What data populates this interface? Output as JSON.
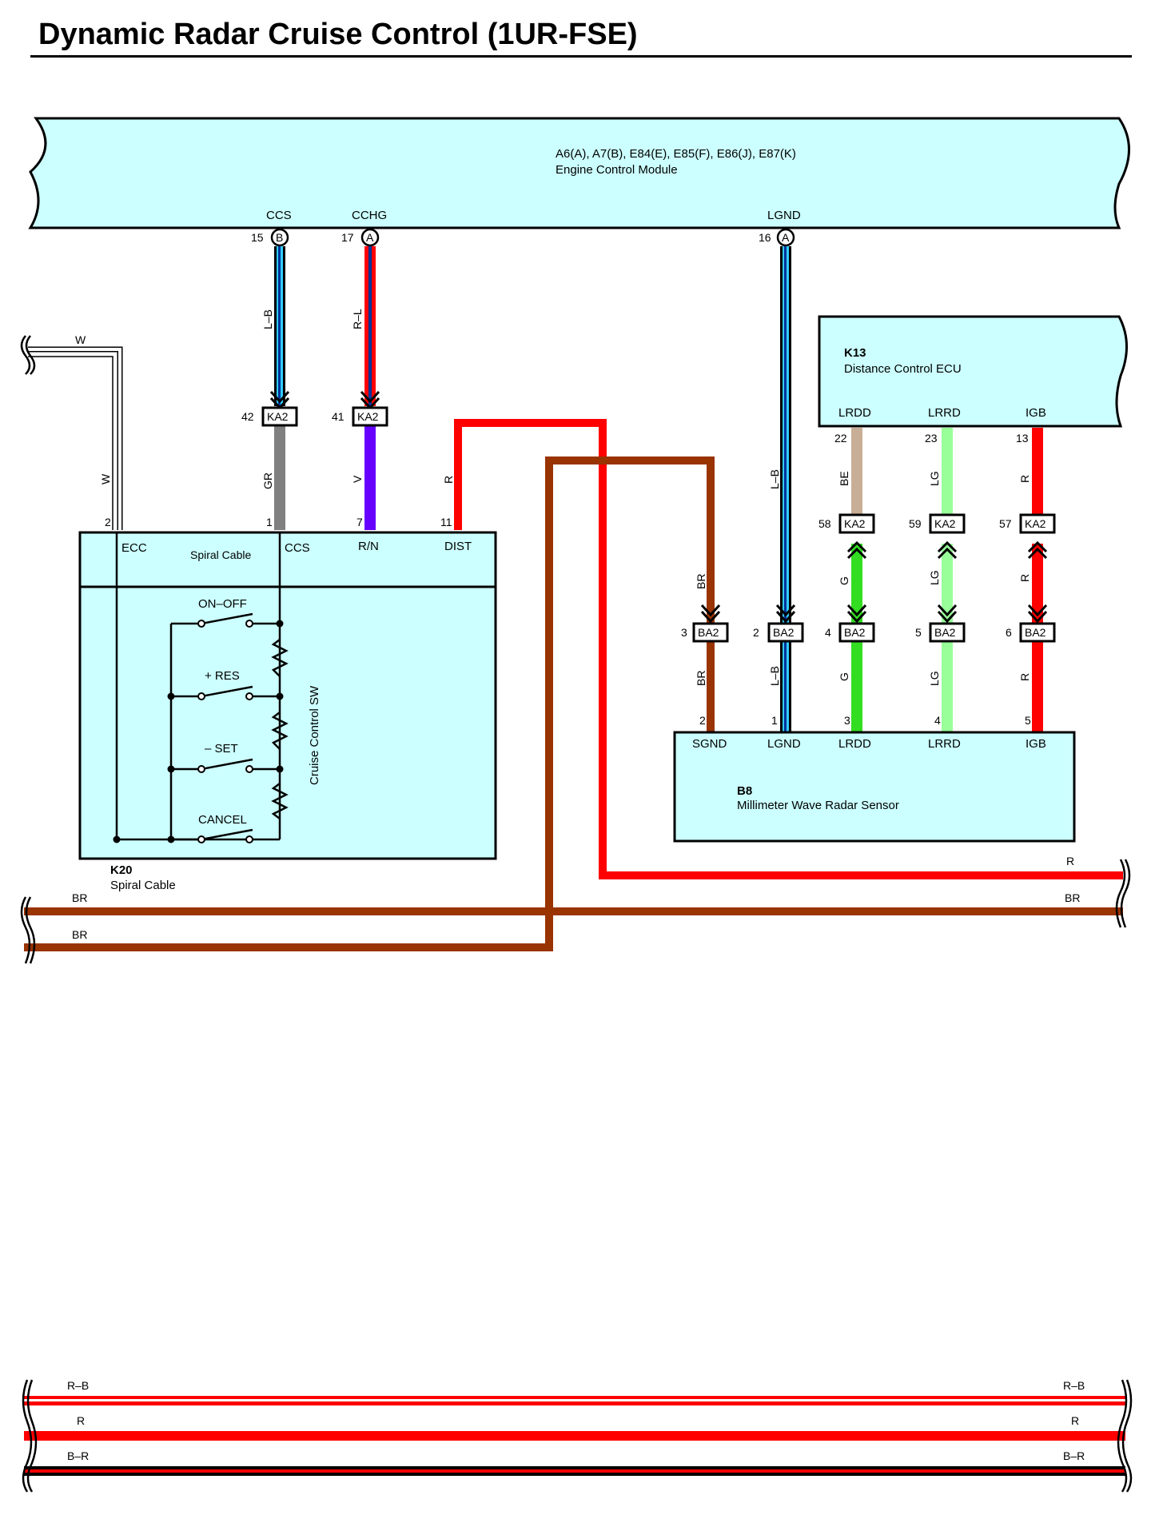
{
  "title": "Dynamic Radar Cruise Control (1UR-FSE)",
  "ecm": {
    "code": "A6(A), A7(B), E84(E), E85(F), E86(J), E87(K)",
    "name": "Engine Control Module",
    "terminals": [
      {
        "name": "CCS",
        "pin": "15",
        "conn": "B"
      },
      {
        "name": "CCHG",
        "pin": "17",
        "conn": "A"
      },
      {
        "name": "LGND",
        "pin": "16",
        "conn": "A"
      }
    ]
  },
  "k13": {
    "code": "K13",
    "name": "Distance Control ECU",
    "terminals": [
      {
        "name": "LRDD",
        "pin": "22"
      },
      {
        "name": "LRRD",
        "pin": "23"
      },
      {
        "name": "IGB",
        "pin": "13"
      }
    ]
  },
  "k20": {
    "code": "K20",
    "name": "Spiral Cable",
    "inner_label": "Spiral Cable",
    "switch_label": "Cruise Control SW",
    "terminals": [
      {
        "name": "ECC",
        "pin": "2"
      },
      {
        "name": "CCS",
        "pin": "1"
      },
      {
        "name": "R/N",
        "pin": "7"
      },
      {
        "name": "DIST",
        "pin": "11"
      }
    ],
    "switches": [
      "ON–OFF",
      "+ RES",
      "– SET",
      "CANCEL"
    ]
  },
  "b8": {
    "code": "B8",
    "name": "Millimeter Wave Radar Sensor",
    "terminals": [
      {
        "name": "SGND",
        "pin": "2"
      },
      {
        "name": "LGND",
        "pin": "1"
      },
      {
        "name": "LRDD",
        "pin": "3"
      },
      {
        "name": "LRRD",
        "pin": "4"
      },
      {
        "name": "IGB",
        "pin": "5"
      }
    ]
  },
  "connectors": {
    "ka2_upper": [
      {
        "pin": "42",
        "label": "KA2"
      },
      {
        "pin": "41",
        "label": "KA2"
      }
    ],
    "ka2_lower": [
      {
        "pin": "58",
        "label": "KA2"
      },
      {
        "pin": "59",
        "label": "KA2"
      },
      {
        "pin": "57",
        "label": "KA2"
      }
    ],
    "ba2": [
      {
        "pin": "3",
        "label": "BA2"
      },
      {
        "pin": "2",
        "label": "BA2"
      },
      {
        "pin": "4",
        "label": "BA2"
      },
      {
        "pin": "5",
        "label": "BA2"
      },
      {
        "pin": "6",
        "label": "BA2"
      }
    ]
  },
  "wire_colors": {
    "W": "W",
    "L-B": "L–B",
    "R-L": "R–L",
    "GR": "GR",
    "V": "V",
    "R": "R",
    "BE": "BE",
    "LG": "LG",
    "G": "G",
    "BR": "BR",
    "R-B": "R–B",
    "B-R": "B–R"
  },
  "colors": {
    "panel_fill": "#ccffff",
    "red": "#ff0000",
    "brown": "#993300",
    "blue_light": "#33ccff",
    "gray": "#808080",
    "violet": "#6600ff",
    "beige": "#c8ae96",
    "light_green": "#99ff99",
    "green": "#33dd22"
  }
}
